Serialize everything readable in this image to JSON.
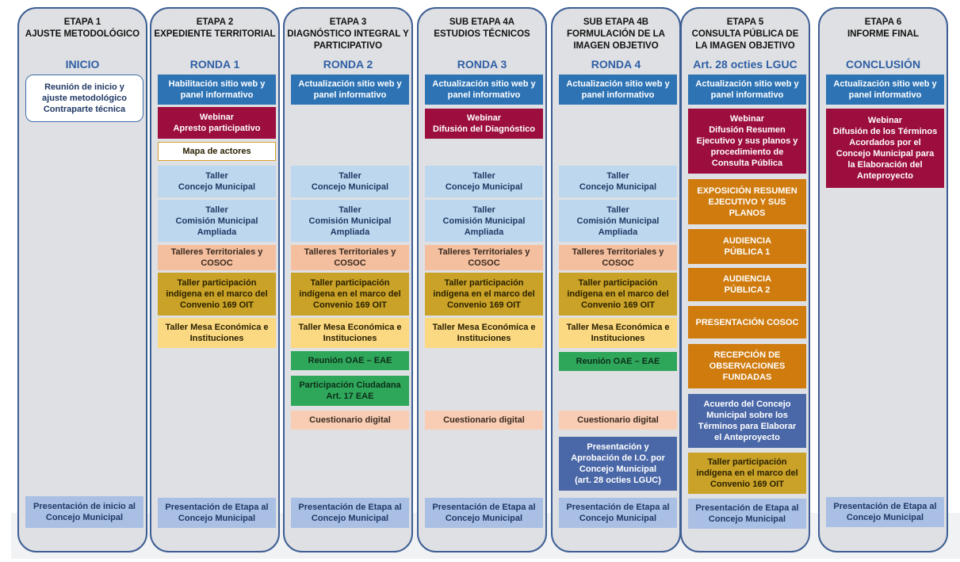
{
  "columns": [
    {
      "title": "ETAPA 1\nAJUSTE METODOLÓGICO",
      "subtitle": "INICIO",
      "cards": [
        {
          "text": "Reunión de inicio y\najuste metodológico\nContraparte técnica",
          "style": "outline-blue"
        },
        {
          "text": "Presentación de inicio al\nConcejo Municipal",
          "style": "lav"
        }
      ]
    },
    {
      "title": "ETAPA 2\nEXPEDIENTE TERRITORIAL",
      "subtitle": "RONDA 1",
      "cards": [
        {
          "text": "Habilitación sitio web y\npanel informativo",
          "style": "blue"
        },
        {
          "text": "Webinar\nApresto participativo",
          "style": "maroon"
        },
        {
          "text": "Mapa de actores",
          "style": "outline-gold"
        },
        {
          "text": "Taller\nConcejo Municipal",
          "style": "light"
        },
        {
          "text": "Taller\nComisión Municipal\nAmpliada",
          "style": "light"
        },
        {
          "text": "Talleres Territoriales y\nCOSOC",
          "style": "salmon"
        },
        {
          "text": "Taller participación\nindígena en el marco del\nConvenio 169 OIT",
          "style": "gold"
        },
        {
          "text": "Taller Mesa Económica e\nInstituciones",
          "style": "yellow"
        },
        {
          "text": "Presentación de Etapa al\nConcejo Municipal",
          "style": "lav"
        }
      ]
    },
    {
      "title": "ETAPA 3\nDIAGNÓSTICO INTEGRAL Y\nPARTICIPATIVO",
      "subtitle": "RONDA 2",
      "cards": [
        {
          "text": "Actualización sitio web y\npanel informativo",
          "style": "blue"
        },
        {
          "text": "Taller\nConcejo Municipal",
          "style": "light"
        },
        {
          "text": "Taller\nComisión Municipal\nAmpliada",
          "style": "light"
        },
        {
          "text": "Talleres Territoriales y\nCOSOC",
          "style": "salmon"
        },
        {
          "text": "Taller participación\nindígena en el marco del\nConvenio 169 OIT",
          "style": "gold"
        },
        {
          "text": "Taller Mesa Económica e\nInstituciones",
          "style": "yellow"
        },
        {
          "text": "Reunión OAE – EAE",
          "style": "green"
        },
        {
          "text": "Participación Ciudadana\nArt. 17  EAE",
          "style": "green"
        },
        {
          "text": "Cuestionario digital",
          "style": "lightsalmon"
        },
        {
          "text": "Presentación de Etapa al\nConcejo Municipal",
          "style": "lav"
        }
      ]
    },
    {
      "title": "SUB ETAPA 4A\nESTUDIOS TÉCNICOS",
      "subtitle": "RONDA 3",
      "cards": [
        {
          "text": "Actualización sitio web y\npanel informativo",
          "style": "blue"
        },
        {
          "text": "Webinar\nDifusión del Diagnóstico",
          "style": "maroon"
        },
        {
          "text": "Taller\nConcejo Municipal",
          "style": "light"
        },
        {
          "text": "Taller\nComisión Municipal\nAmpliada",
          "style": "light"
        },
        {
          "text": "Talleres Territoriales y\nCOSOC",
          "style": "salmon"
        },
        {
          "text": "Taller participación\nindígena en el marco del\nConvenio 169 OIT",
          "style": "gold"
        },
        {
          "text": "Taller Mesa Económica e\nInstituciones",
          "style": "yellow"
        },
        {
          "text": "Cuestionario digital",
          "style": "lightsalmon"
        },
        {
          "text": "Presentación de Etapa al\nConcejo Municipal",
          "style": "lav"
        }
      ]
    },
    {
      "title": "SUB ETAPA 4B\nFORMULACIÓN DE LA\nIMAGEN OBJETIVO",
      "subtitle": "RONDA 4",
      "cards": [
        {
          "text": "Actualización sitio web y\npanel informativo",
          "style": "blue"
        },
        {
          "text": "Taller\nConcejo Municipal",
          "style": "light"
        },
        {
          "text": "Taller\nComisión Municipal\nAmpliada",
          "style": "light"
        },
        {
          "text": "Talleres Territoriales y\nCOSOC",
          "style": "salmon"
        },
        {
          "text": "Taller participación\nindígena en el marco del\nConvenio 169 OIT",
          "style": "gold"
        },
        {
          "text": "Taller Mesa Económica e\nInstituciones",
          "style": "yellow"
        },
        {
          "text": "Reunión OAE – EAE",
          "style": "green"
        },
        {
          "text": "Cuestionario digital",
          "style": "lightsalmon"
        },
        {
          "text": "Presentación y\nAprobación de I.O. por\nConcejo Municipal\n(art. 28 octies LGUC)",
          "style": "steel"
        },
        {
          "text": "Presentación de Etapa al\nConcejo Municipal",
          "style": "lav"
        }
      ]
    },
    {
      "title": "ETAPA 5\nCONSULTA PÚBLICA DE\nLA IMAGEN OBJETIVO",
      "subtitle": "Art. 28 octies LGUC",
      "cards": [
        {
          "text": "Actualización sitio web y\npanel informativo",
          "style": "blue"
        },
        {
          "text": "Webinar\nDifusión Resumen\nEjecutivo y sus planos y\nprocedimiento de\nConsulta Pública",
          "style": "maroon"
        },
        {
          "text": "EXPOSICIÓN RESUMEN\nEJECUTIVO Y SUS\nPLANOS",
          "style": "orange"
        },
        {
          "text": "AUDIENCIA\nPÚBLICA 1",
          "style": "orange"
        },
        {
          "text": "AUDIENCIA\nPÚBLICA 2",
          "style": "orange"
        },
        {
          "text": "PRESENTACIÓN COSOC",
          "style": "orange"
        },
        {
          "text": "RECEPCIÓN DE\nOBSERVACIONES\nFUNDADAS",
          "style": "orange"
        },
        {
          "text": "Acuerdo del Concejo\nMunicipal sobre los\nTérminos para Elaborar\nel Anteproyecto",
          "style": "steel"
        },
        {
          "text": "Taller participación\nindígena en el marco del\nConvenio 169 OIT",
          "style": "gold"
        },
        {
          "text": "Presentación de Etapa al\nConcejo Municipal",
          "style": "lav"
        }
      ]
    },
    {
      "title": "ETAPA 6\nINFORME FINAL",
      "subtitle": "CONCLUSIÓN",
      "cards": [
        {
          "text": "Actualización sitio web y\npanel informativo",
          "style": "blue"
        },
        {
          "text": "Webinar\nDifusión de los Términos\nAcordados por el\nConcejo Municipal para\nla Elaboración del\nAnteproyecto",
          "style": "maroon"
        },
        {
          "text": "Presentación de Etapa al\nConcejo Municipal",
          "style": "lav"
        }
      ]
    }
  ]
}
